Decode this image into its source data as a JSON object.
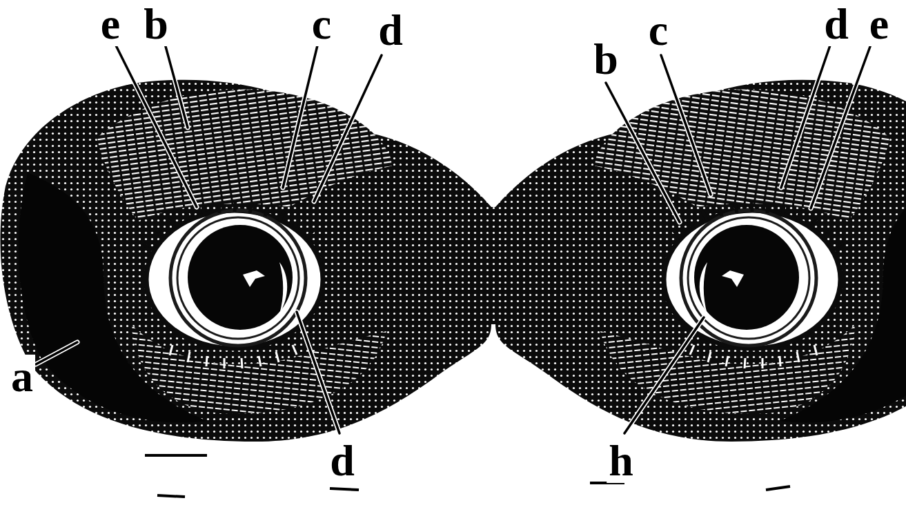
{
  "diagram": {
    "labels": [
      "e",
      "b",
      "c",
      "d",
      "b",
      "c",
      "d",
      "e",
      "a",
      "d",
      "h"
    ]
  }
}
